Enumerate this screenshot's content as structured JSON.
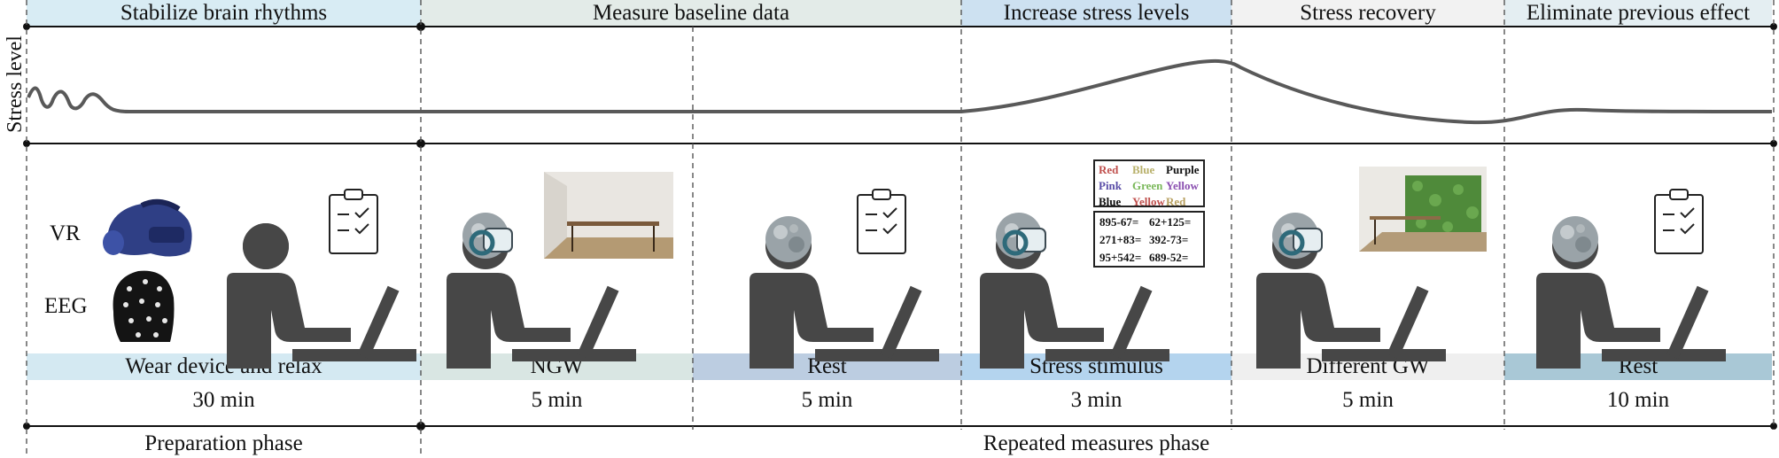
{
  "y_axis_label": "Stress level",
  "stages": [
    {
      "header": "Stabilize brain rhythms",
      "color": "#d8ecf4"
    },
    {
      "header": "Measure baseline data",
      "color": "#e3ebe8"
    },
    {
      "header": "Increase stress levels",
      "color": "#cde1f1"
    },
    {
      "header": "Stress recovery",
      "color": "#f2f2f2"
    },
    {
      "header": "Eliminate previous effect",
      "color": "#e4eef2"
    }
  ],
  "activities": [
    {
      "label": "Wear device and relax",
      "duration": "30 min",
      "color": "#d4e9f2"
    },
    {
      "label": "NGW",
      "duration": "5 min",
      "color": "#d9e6e3"
    },
    {
      "label": "Rest",
      "duration": "5 min",
      "color": "#bccde1"
    },
    {
      "label": "Stress stimulus",
      "duration": "3 min",
      "color": "#b4d4ee"
    },
    {
      "label": "Different GW",
      "duration": "5 min",
      "color": "#efefef"
    },
    {
      "label": "Rest",
      "duration": "10 min",
      "color": "#a9c8d6"
    }
  ],
  "devices": {
    "vr": "VR",
    "eeg": "EEG"
  },
  "stroop": {
    "words": [
      {
        "text": "Red",
        "color": "#c0504d"
      },
      {
        "text": "Blue",
        "color": "#b8b06a"
      },
      {
        "text": "Purple",
        "color": "#111111"
      },
      {
        "text": "Pink",
        "color": "#5b4ea8"
      },
      {
        "text": "Green",
        "color": "#7ab85a"
      },
      {
        "text": "Yellow",
        "color": "#8a4fb0"
      },
      {
        "text": "Blue",
        "color": "#111111"
      },
      {
        "text": "Yellow",
        "color": "#c0504d"
      },
      {
        "text": "Red",
        "color": "#b8a060"
      }
    ]
  },
  "math": [
    "895-67=",
    "62+125=",
    "271+83=",
    "392-73=",
    "95+542=",
    "689-52="
  ],
  "phases": {
    "preparation": "Preparation phase",
    "repeated": "Repeated measures phase"
  }
}
